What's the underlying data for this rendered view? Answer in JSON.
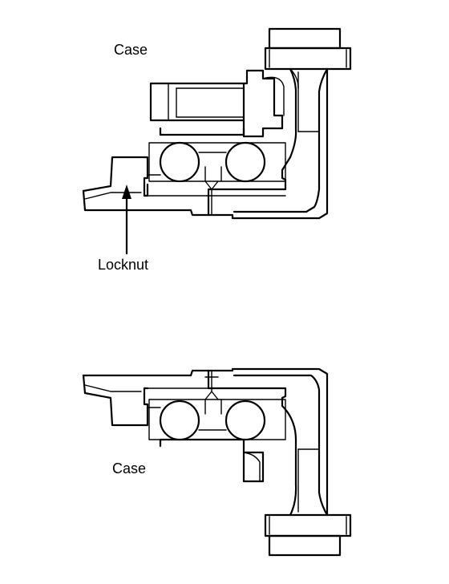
{
  "labels": {
    "case_top": "Case",
    "locknut": "Locknut",
    "case_bottom": "Case"
  }
}
